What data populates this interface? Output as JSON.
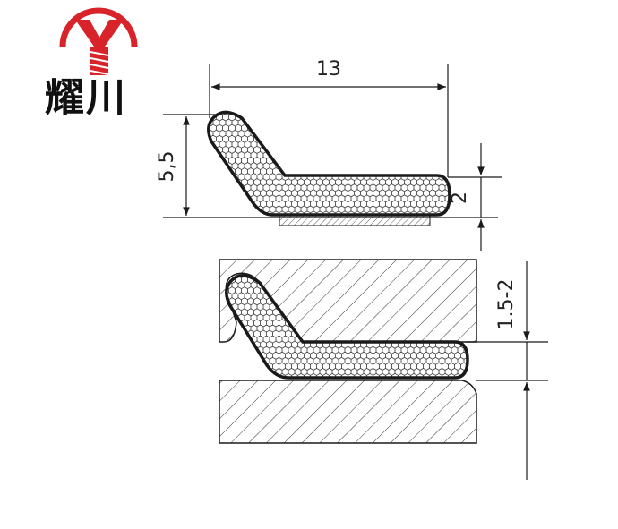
{
  "brand": {
    "name": "耀川",
    "logo_letter": "Y",
    "ring_color": "#d8232a",
    "letter_color": "#d8232a"
  },
  "dimensions": {
    "width": "13",
    "height": "5,5",
    "base_thickness": "2",
    "compressed_gap": "1.5-2"
  },
  "colors": {
    "line": "#1a1a1a",
    "hatch": "#333333",
    "profile_fill": "#ffffff"
  }
}
